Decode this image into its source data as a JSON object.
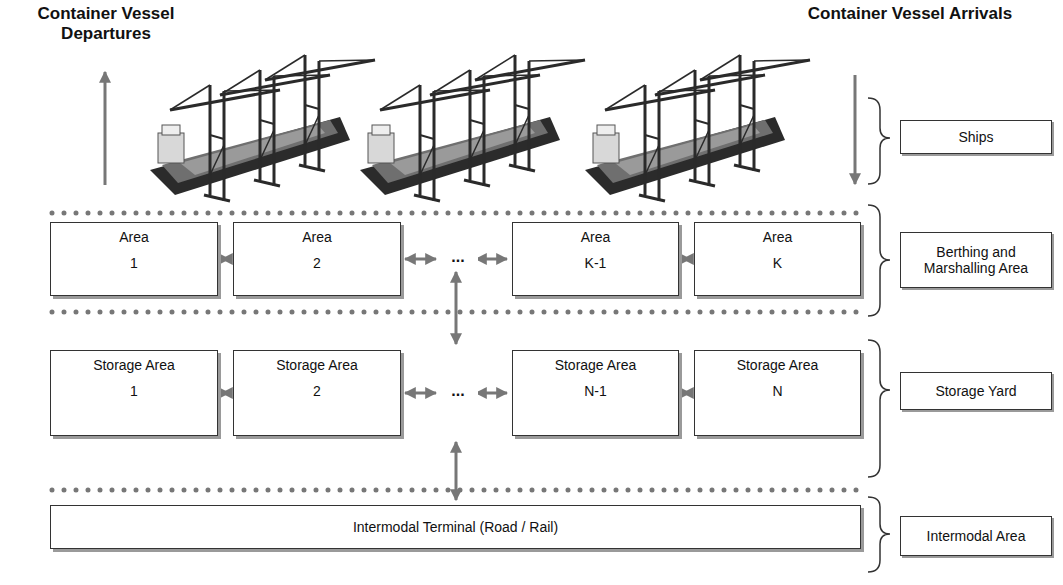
{
  "diagram": {
    "nodes": [
      {
        "text": [
          "Ships"
        ]
      },
      {
        "text": [
          "Area",
          "1"
        ]
      },
      {
        "text": [
          "Area",
          "2"
        ]
      },
      {
        "text": [
          "Area",
          "K-1"
        ]
      },
      {
        "text": [
          "Area",
          "K"
        ]
      },
      {
        "text": [
          "Berthing and Marshalling Area"
        ]
      },
      {
        "text": [
          "Storage Area",
          "1"
        ]
      },
      {
        "text": [
          "Storage Area",
          "2"
        ]
      },
      {
        "text": [
          "Storage Area",
          "N-1"
        ]
      },
      {
        "text": [
          "Storage Area",
          "N"
        ]
      },
      {
        "text": [
          "Storage Yard"
        ]
      },
      {
        "text": [
          "Intermodal Terminal (Road / Rail)"
        ]
      },
      {
        "text": [
          "Intermodal Area"
        ]
      }
    ],
    "edges": [
      {
        "from": 1,
        "to": 2,
        "arrow": "both"
      },
      {
        "from": 3,
        "to": 4,
        "arrow": "both"
      },
      {
        "from": 6,
        "to": 7,
        "arrow": "both"
      },
      {
        "from": 8,
        "to": 9,
        "arrow": "both"
      }
    ],
    "labels": [
      "Container Vessel Departures",
      "Container Vessel Arrivals",
      "...",
      "..."
    ]
  }
}
